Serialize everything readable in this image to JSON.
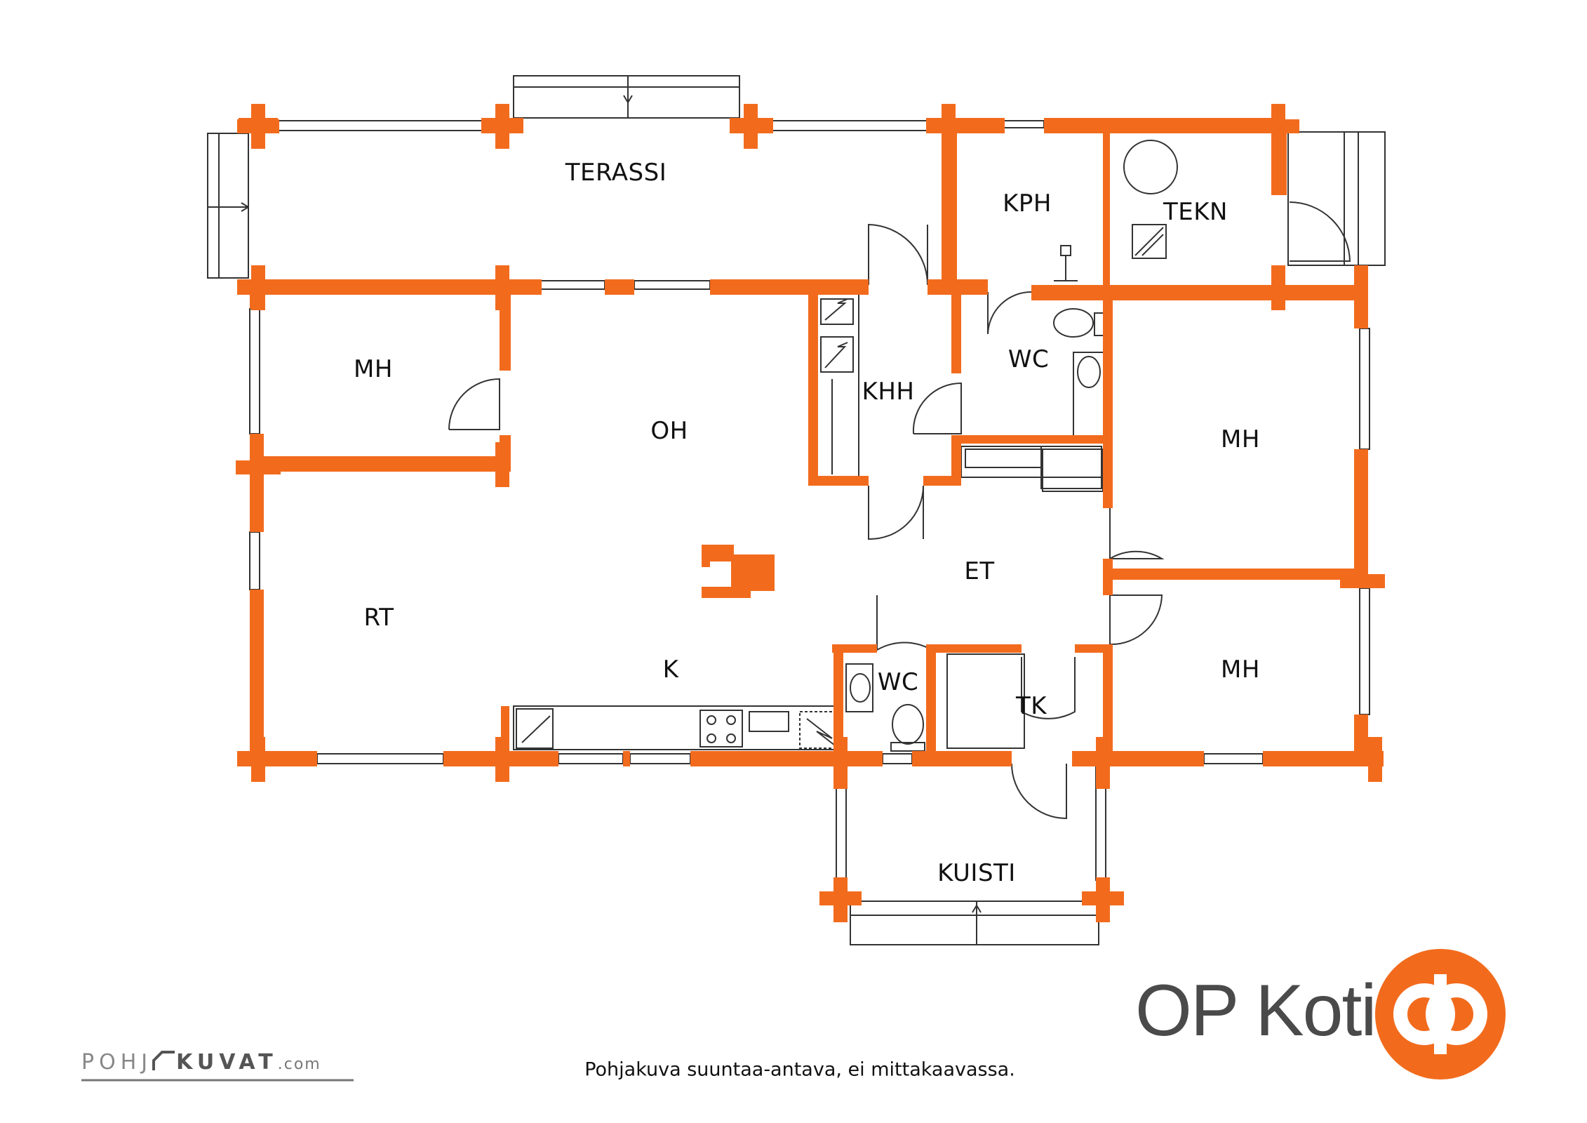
{
  "rooms": {
    "terassi": "TERASSI",
    "kph": "KPH",
    "tekn": "TEKN",
    "mh_west": "MH",
    "oh": "OH",
    "khh": "KHH",
    "wc_north": "WC",
    "mh_east_north": "MH",
    "et": "ET",
    "rt": "RT",
    "k": "K",
    "wc_south": "WC",
    "tk": "TK",
    "mh_east_south": "MH",
    "kuisti": "KUISTI"
  },
  "brand": {
    "name": "OP Koti"
  },
  "credit": {
    "prefix": "POHJ",
    "middle": "KUVAT",
    "suffix": ".com"
  },
  "disclaimer": "Pohjakuva suuntaa-antava, ei mittakaavassa.",
  "colors": {
    "wall": "#f26b1d",
    "line": "#333333",
    "logo": "#f26b1d"
  }
}
